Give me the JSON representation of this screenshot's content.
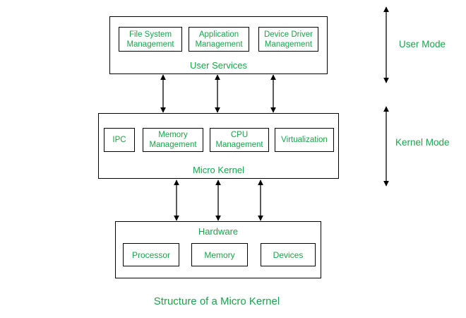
{
  "user_services": {
    "title": "User Services",
    "items": [
      {
        "line1": "File System",
        "line2": "Management"
      },
      {
        "line1": "Application",
        "line2": "Management"
      },
      {
        "line1": "Device Driver",
        "line2": "Management"
      }
    ]
  },
  "kernel": {
    "title": "Micro Kernel",
    "items": [
      {
        "line1": "IPC",
        "line2": ""
      },
      {
        "line1": "Memory",
        "line2": "Management"
      },
      {
        "line1": "CPU",
        "line2": "Management"
      },
      {
        "line1": "Virtualization",
        "line2": ""
      }
    ]
  },
  "hardware": {
    "title": "Hardware",
    "items": [
      "Processor",
      "Memory",
      "Devices"
    ]
  },
  "modes": {
    "user": "User Mode",
    "kernel": "Kernel Mode"
  },
  "caption": "Structure of a Micro Kernel",
  "colors": {
    "text": "#1aa34a",
    "line": "#000000"
  }
}
